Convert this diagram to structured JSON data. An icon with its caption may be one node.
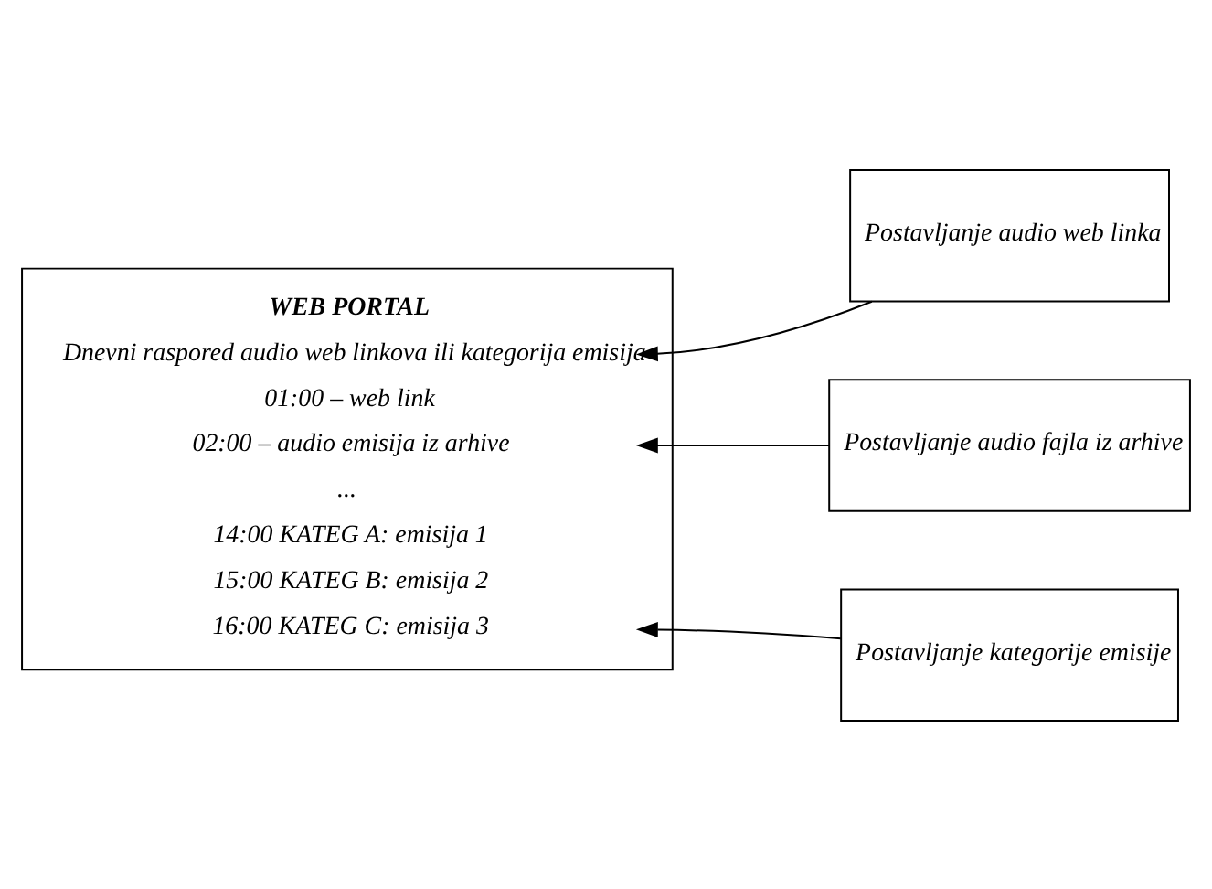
{
  "diagram": {
    "nodes": [
      {
        "text": [
          "WEB PORTAL",
          "Dnevni raspored audio web linkova ili kategorija emisija",
          "01:00 – web link",
          "02:00 – audio emisija iz arhive",
          "...",
          "14:00 KATEG A: emisija 1",
          "15:00 KATEG B: emisija 2",
          "16:00 KATEG C: emisija 3"
        ]
      },
      {
        "text": [
          "Postavljanje audio web linka"
        ]
      },
      {
        "text": [
          "Postavljanje audio fajla iz arhive"
        ]
      },
      {
        "text": [
          "Postavljanje kategorije emisije"
        ]
      }
    ],
    "edges": [
      {
        "from": 1,
        "to": 0,
        "arrow": "to"
      },
      {
        "from": 2,
        "to": 0,
        "arrow": "to"
      },
      {
        "from": 3,
        "to": 0,
        "arrow": "to"
      }
    ]
  }
}
